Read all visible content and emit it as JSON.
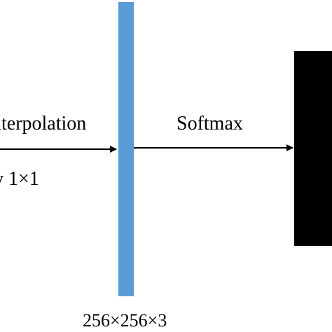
{
  "labels": {
    "interpolation": "nterpolation",
    "conv": "v 1×1",
    "softmax": "Softmax",
    "dims": "256×256×3"
  },
  "colors": {
    "feature_map": "#5b9bd5",
    "output_block": "#000000",
    "arrow": "#000000"
  }
}
